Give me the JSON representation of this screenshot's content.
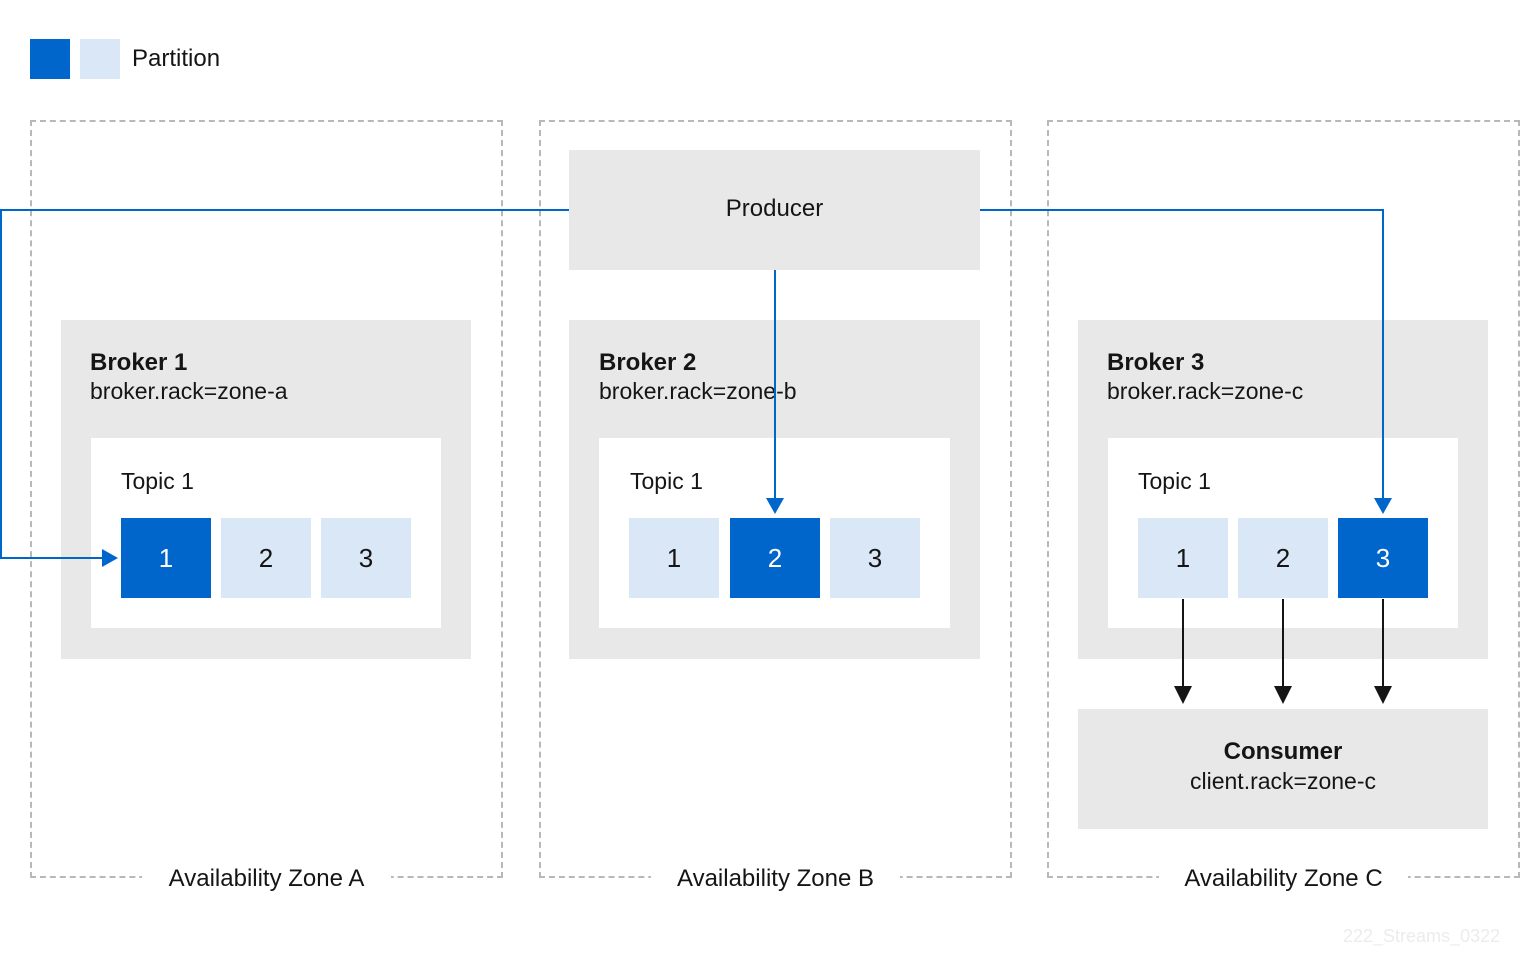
{
  "legend": {
    "label": "Partition",
    "leader_color": "#0066cc",
    "replica_color": "#d9e7f7"
  },
  "producer": {
    "label": "Producer"
  },
  "zones": [
    {
      "label": "Availability Zone A"
    },
    {
      "label": "Availability Zone B"
    },
    {
      "label": "Availability Zone C"
    }
  ],
  "brokers": [
    {
      "title": "Broker 1",
      "rack": "broker.rack=zone-a",
      "topic": "Topic 1",
      "partitions": [
        {
          "label": "1",
          "leader": true
        },
        {
          "label": "2",
          "leader": false
        },
        {
          "label": "3",
          "leader": false
        }
      ]
    },
    {
      "title": "Broker 2",
      "rack": "broker.rack=zone-b",
      "topic": "Topic 1",
      "partitions": [
        {
          "label": "1",
          "leader": false
        },
        {
          "label": "2",
          "leader": true
        },
        {
          "label": "3",
          "leader": false
        }
      ]
    },
    {
      "title": "Broker 3",
      "rack": "broker.rack=zone-c",
      "topic": "Topic 1",
      "partitions": [
        {
          "label": "1",
          "leader": false
        },
        {
          "label": "2",
          "leader": false
        },
        {
          "label": "3",
          "leader": true
        }
      ]
    }
  ],
  "consumer": {
    "title": "Consumer",
    "rack": "client.rack=zone-c"
  },
  "watermark": "222_Streams_0322",
  "colors": {
    "accent": "#0066cc",
    "box_grey": "#e8e8e8",
    "zone_border": "#b8b8b8"
  }
}
